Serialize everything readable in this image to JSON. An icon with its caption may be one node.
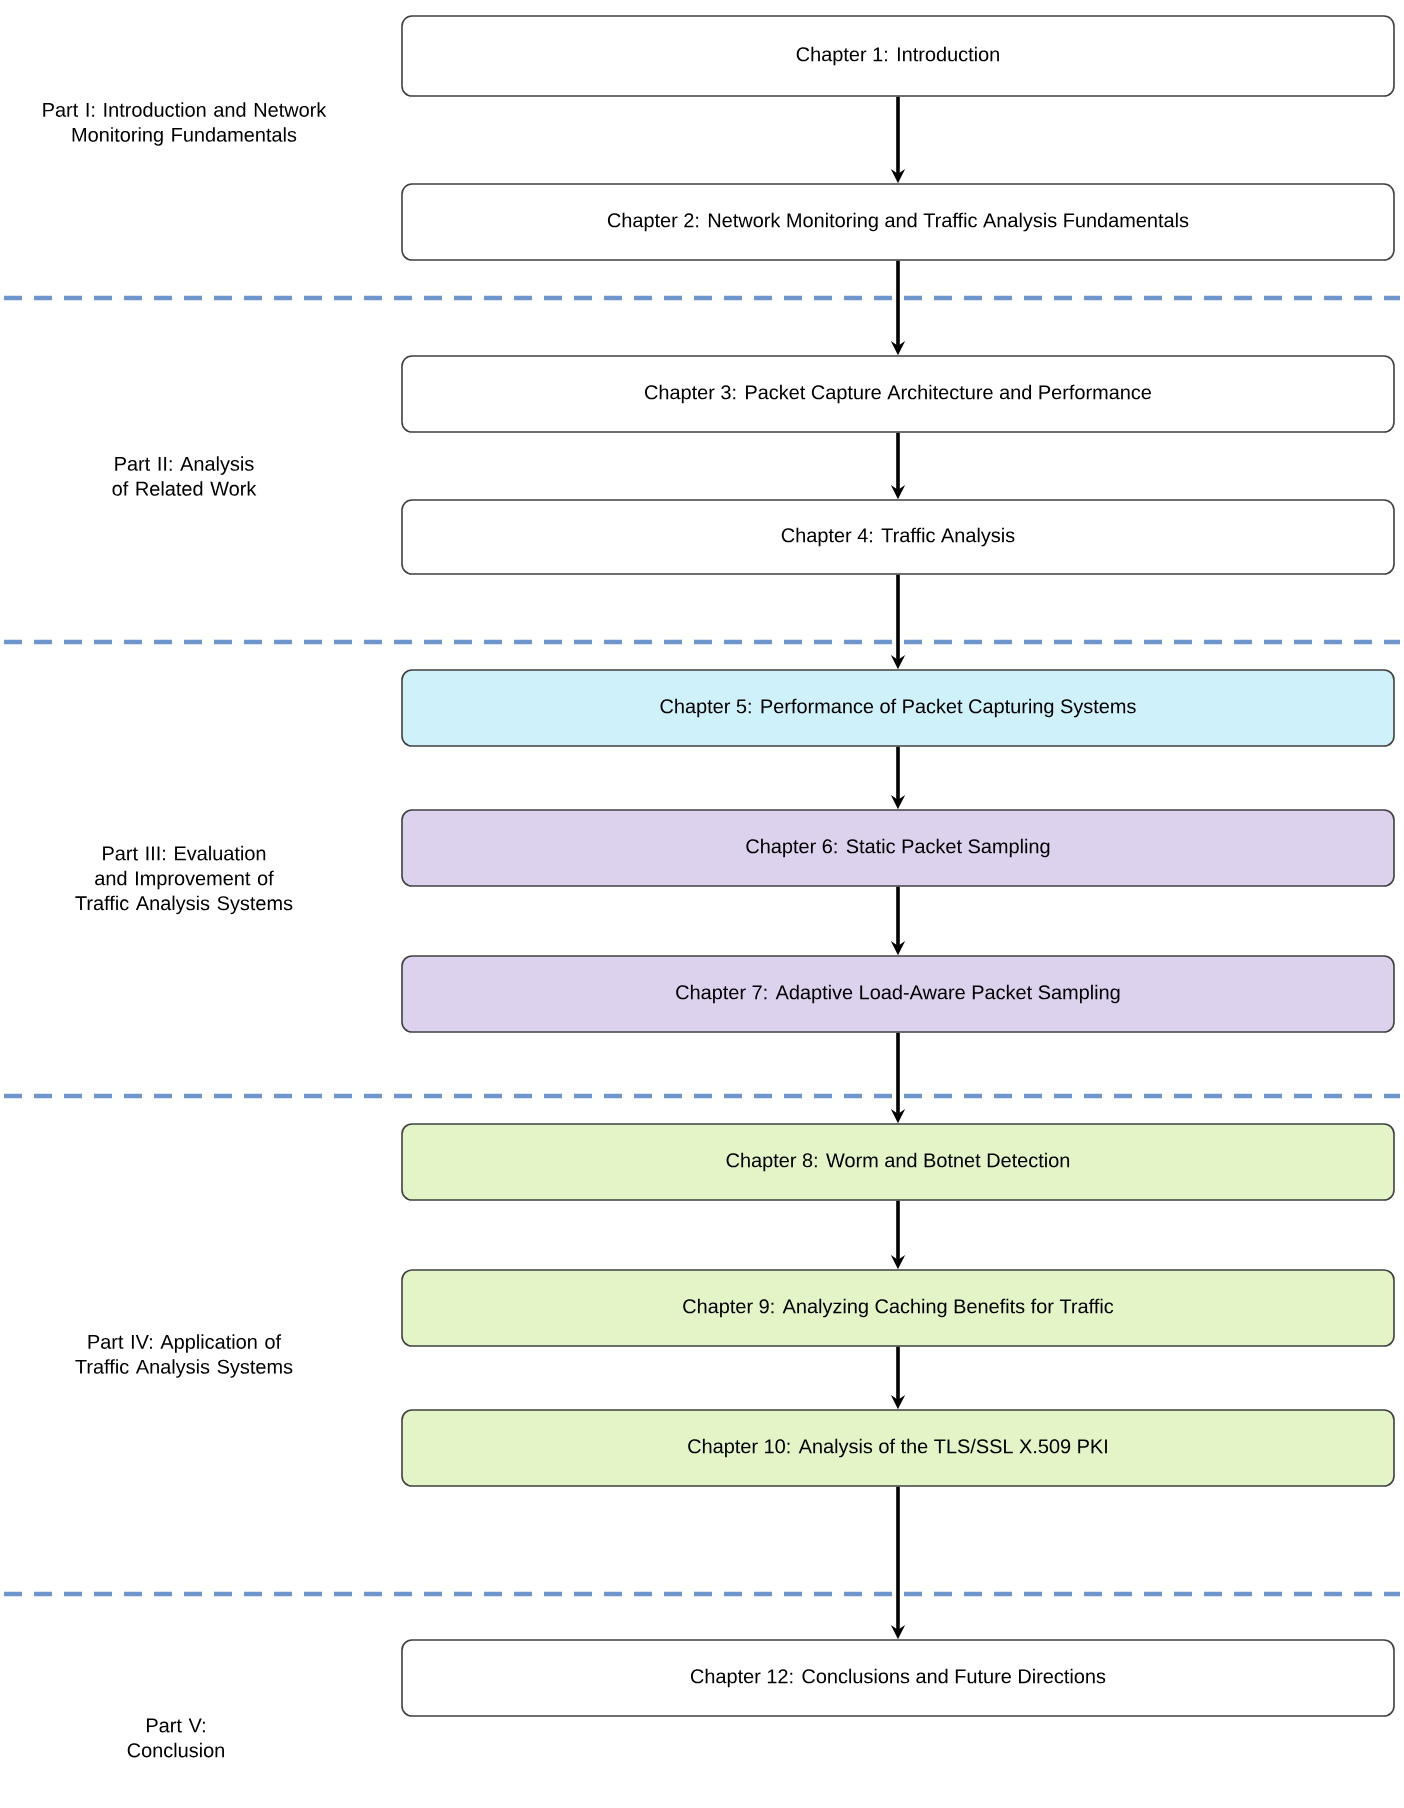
{
  "diagram": {
    "nodes": [
      {
        "text": [
          "Chapter 1: Introduction"
        ]
      },
      {
        "text": [
          "Chapter 2: Network Monitoring and Traffic Analysis Fundamentals"
        ]
      },
      {
        "text": [
          "Chapter 3: Packet Capture Architecture and Performance"
        ]
      },
      {
        "text": [
          "Chapter 4: Traffic Analysis"
        ]
      },
      {
        "text": [
          "Chapter 5: Performance of Packet Capturing Systems"
        ]
      },
      {
        "text": [
          "Chapter 6: Static Packet Sampling"
        ]
      },
      {
        "text": [
          "Chapter 7: Adaptive Load-Aware Packet Sampling"
        ]
      },
      {
        "text": [
          "Chapter 8: Worm and Botnet Detection"
        ]
      },
      {
        "text": [
          "Chapter 9: Analyzing Caching Benefits for Traffic"
        ]
      },
      {
        "text": [
          "Chapter 10: Analysis of the TLS/SSL X.509 PKI"
        ]
      },
      {
        "text": [
          "Chapter 12: Conclusions and Future Directions"
        ]
      }
    ],
    "edges": [
      {
        "from": 0,
        "to": 1,
        "arrow": "to"
      },
      {
        "from": 1,
        "to": 2,
        "arrow": "to"
      },
      {
        "from": 2,
        "to": 3,
        "arrow": "to"
      },
      {
        "from": 3,
        "to": 4,
        "arrow": "to"
      },
      {
        "from": 4,
        "to": 5,
        "arrow": "to"
      },
      {
        "from": 5,
        "to": 6,
        "arrow": "to"
      },
      {
        "from": 6,
        "to": 7,
        "arrow": "to"
      },
      {
        "from": 7,
        "to": 8,
        "arrow": "to"
      },
      {
        "from": 8,
        "to": 9,
        "arrow": "to"
      },
      {
        "from": 9,
        "to": 10,
        "arrow": "to"
      }
    ],
    "labels": [
      "Part I: Introduction and Network Monitoring Fundamentals",
      "Part II: Analysis of Related Work",
      "Part III: Evaluation and Improvement of Traffic Analysis Systems",
      "Part IV: Application of Traffic Analysis Systems",
      "Part V: Conclusion"
    ]
  }
}
